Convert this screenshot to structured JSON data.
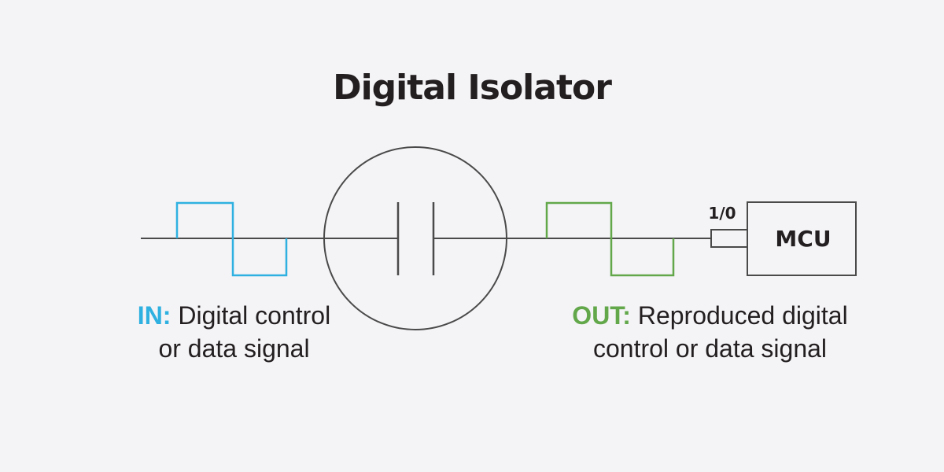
{
  "title": "Digital Isolator",
  "colors": {
    "background": "#f4f3f6",
    "line": "#4a4a4a",
    "input_signal": "#2eb1e0",
    "output_signal": "#62a84a",
    "text": "#231f20"
  },
  "diagram": {
    "io_label": "1/0",
    "mcu_label": "MCU"
  },
  "captions": {
    "in": {
      "keyword": "IN:",
      "text_line1": " Digital control",
      "text_line2": "or data signal"
    },
    "out": {
      "keyword": "OUT:",
      "text_line1": " Reproduced digital",
      "text_line2": "control or data signal"
    }
  }
}
